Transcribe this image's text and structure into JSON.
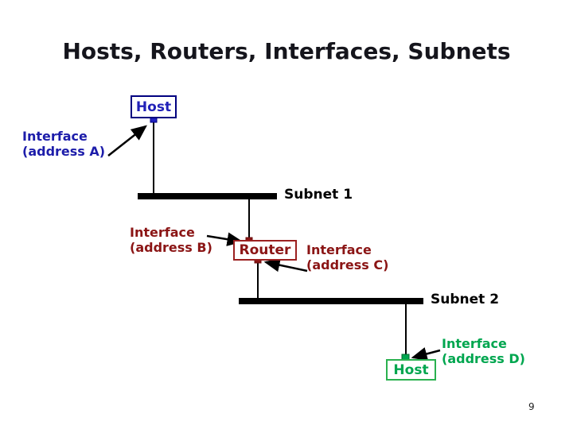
{
  "title": "Hosts, Routers, Interfaces, Subnets",
  "page_number": "9",
  "nodes": {
    "host_top": "Host",
    "router": "Router",
    "host_bottom": "Host"
  },
  "interface_labels": {
    "a": "Interface\n(address A)",
    "b": "Interface\n(address B)",
    "c": "Interface\n(address C)",
    "d": "Interface\n(address D)"
  },
  "subnet_labels": {
    "subnet1": "Subnet 1",
    "subnet2": "Subnet 2"
  },
  "colors": {
    "title": "#15151c",
    "host_blue_text": "#2121b8",
    "host_blue_border": "#000080",
    "interface_a_blue": "#1d1daa",
    "router_red_text": "#8b1515",
    "router_red_border": "#9b2020",
    "host_green_text": "#00a64f",
    "host_green_border": "#2ab14f",
    "subnet_bus_black": "#000000"
  }
}
